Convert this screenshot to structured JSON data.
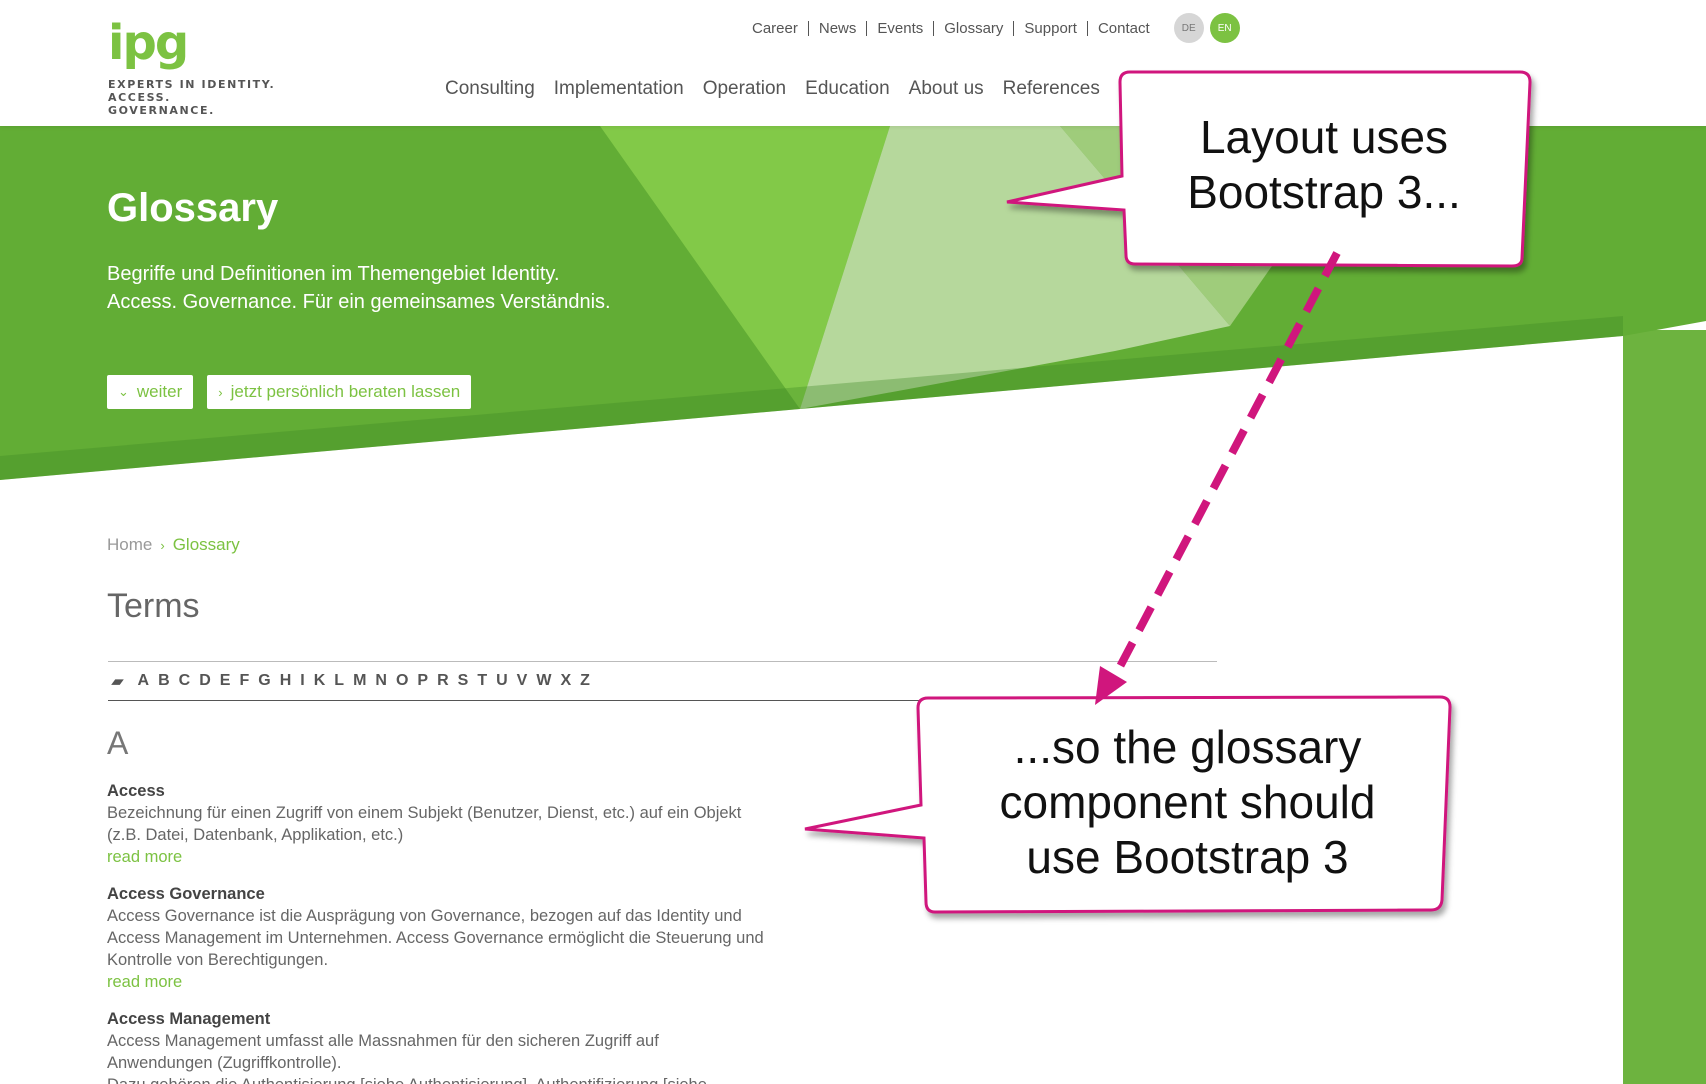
{
  "logo": {
    "mark": "ipg",
    "tagline_line1": "EXPERTS IN IDENTITY.",
    "tagline_line2": "ACCESS. GOVERNANCE."
  },
  "topnav": [
    "Career",
    "News",
    "Events",
    "Glossary",
    "Support",
    "Contact"
  ],
  "languages": {
    "de": "DE",
    "en": "EN",
    "active": "EN"
  },
  "mainnav": [
    "Consulting",
    "Implementation",
    "Operation",
    "Education",
    "About us",
    "References"
  ],
  "hero": {
    "title": "Glossary",
    "text_line1": "Begriffe und Definitionen im Themengebiet Identity.",
    "text_line2": "Access. Governance. Für ein gemeinsames Verständnis.",
    "btn_next": "weiter",
    "btn_consult": "jetzt persönlich beraten lassen"
  },
  "breadcrumb": {
    "home": "Home",
    "current": "Glossary"
  },
  "terms_title": "Terms",
  "alphabet": [
    "A",
    "B",
    "C",
    "D",
    "E",
    "F",
    "G",
    "H",
    "I",
    "K",
    "L",
    "M",
    "N",
    "O",
    "P",
    "R",
    "S",
    "T",
    "U",
    "V",
    "W",
    "X",
    "Z"
  ],
  "letter_heading": "A",
  "entries": [
    {
      "term": "Access",
      "lines": [
        "Bezeichnung für einen Zugriff von einem Subjekt (Benutzer, Dienst, etc.) auf ein Objekt",
        "(z.B. Datei, Datenbank, Applikation, etc.)"
      ],
      "more": "read more"
    },
    {
      "term": "Access Governance",
      "lines": [
        "Access Governance ist die Ausprägung von Governance, bezogen auf das Identity und",
        "Access Management im Unternehmen. Access Governance ermöglicht die Steuerung und",
        "Kontrolle von Berechtigungen."
      ],
      "more": "read more"
    },
    {
      "term": "Access Management",
      "lines": [
        "Access Management umfasst alle Massnahmen für den sicheren Zugriff auf",
        "Anwendungen (Zugriffkontrolle).",
        "Dazu gehören die Authentisierung [siehe Authentisierung], Authentifizierung [siehe"
      ],
      "more": ""
    }
  ],
  "callouts": {
    "top_line1": "Layout uses",
    "top_line2": "Bootstrap 3...",
    "bottom_line1": "...so the glossary",
    "bottom_line2": "component should",
    "bottom_line3": "use Bootstrap 3"
  },
  "colors": {
    "brand_green": "#7cc242",
    "callout_border": "#d0167d"
  }
}
